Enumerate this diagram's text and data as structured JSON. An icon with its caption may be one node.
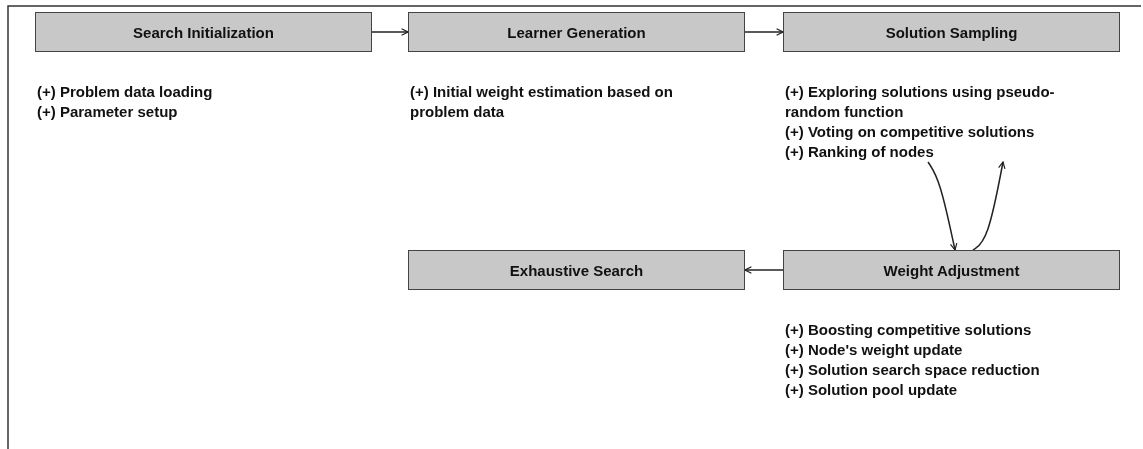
{
  "diagram": {
    "nodes": [
      {
        "text": [
          "Search Initialization"
        ],
        "beside": [
          "(+) Problem data loading",
          "(+) Parameter setup"
        ]
      },
      {
        "text": [
          "Learner Generation"
        ],
        "beside": [
          "(+) Initial weight estimation based on problem data"
        ]
      },
      {
        "text": [
          "Solution Sampling"
        ],
        "beside": [
          "(+) Exploring solutions using pseudo-random function",
          "(+) Voting on competitive solutions",
          "(+) Ranking of nodes"
        ]
      },
      {
        "text": [
          "Exhaustive Search"
        ]
      },
      {
        "text": [
          "Weight Adjustment"
        ],
        "beside": [
          "(+) Boosting competitive solutions",
          "(+) Node's weight update",
          "(+) Solution search space reduction",
          "(+) Solution pool update"
        ]
      }
    ],
    "edges": [
      {
        "from": 0,
        "to": 1,
        "arrow": "to"
      },
      {
        "from": 1,
        "to": 2,
        "arrow": "to"
      },
      {
        "from": 2,
        "to": 4,
        "arrow": "to"
      },
      {
        "from": 4,
        "to": 2,
        "arrow": "to"
      },
      {
        "from": 4,
        "to": 3,
        "arrow": "to"
      }
    ]
  }
}
